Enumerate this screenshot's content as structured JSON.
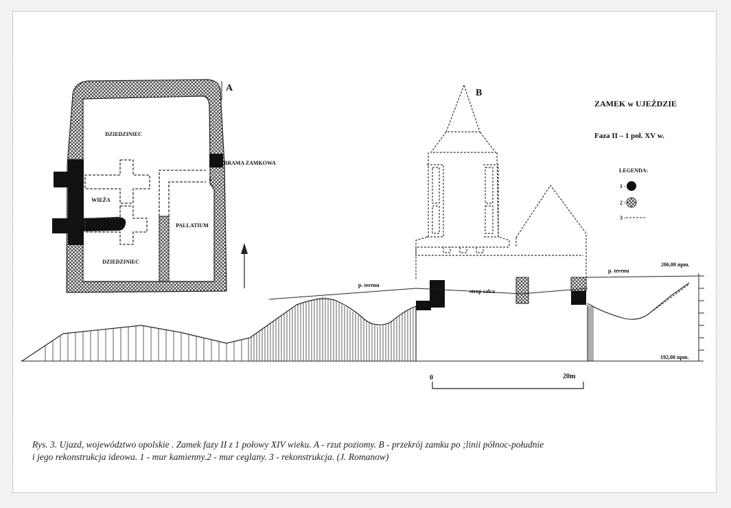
{
  "title": "ZAMEK w UJEŹDZIE",
  "subtitle": "Faza II – 1 poł. XV w.",
  "plan": {
    "letter": "A",
    "labels": {
      "courtyard_top": "DZIEDZINIEC",
      "gate": "BRAMA ZAMKOWA",
      "tower": "WIEŻA",
      "palace": "PALLATIUM",
      "courtyard_bottom": "DZIEDZINIEC"
    }
  },
  "section": {
    "letter": "B",
    "terrain_left": "p. terenu",
    "terrain_right": "p. terenu",
    "ceiling": "strop calca",
    "elev_top": "206,00 npm.",
    "elev_bottom": "192,00 npm.",
    "scale_start": "0",
    "scale_end": "20m"
  },
  "legend": {
    "title": "LEGENDA:",
    "items": [
      {
        "num": "1 -",
        "kind": "solid"
      },
      {
        "num": "2 -",
        "kind": "hatch"
      },
      {
        "num": "3 -",
        "kind": "dashed"
      }
    ]
  },
  "caption": {
    "line1": "Rys. 3. Ujazd, województwo opolskie . Zamek fazy II z 1 połowy XIV wieku. A - rzut poziomy. B - przekrój zamku po ;linii północ-południe",
    "line2": "i jego rekonstrukcja ideowa. 1 - mur kamienny.2 - mur ceglany. 3 - rekonstrukcja. (J. Romanow)"
  }
}
